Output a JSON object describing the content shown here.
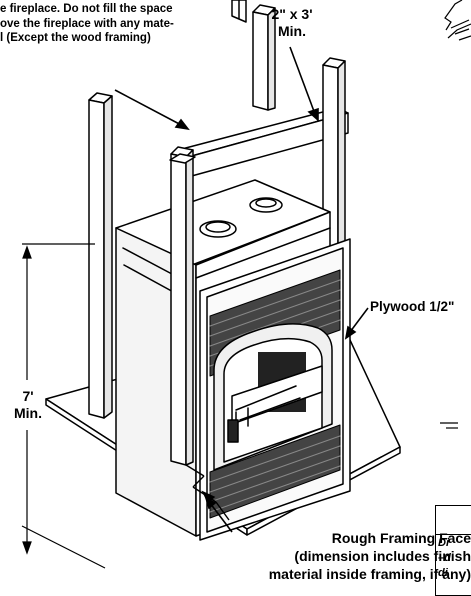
{
  "labels": {
    "top_note_lines": [
      "e fireplace.  Do not fill the space",
      "ove the fireplace with any mate-",
      "l (Except the wood framing)"
    ],
    "stud_dimension_lines": [
      "2\" x 3'",
      "Min."
    ],
    "plywood": "Plywood 1/2\"",
    "height_lines": [
      "7'",
      "Min."
    ],
    "rough_framing_lines": [
      "Rough Framing Face",
      "(dimension includes finish",
      "material inside framing, if any)"
    ],
    "table_fragment_lines": [
      "Di",
      "–d",
      "di"
    ]
  },
  "icons": [
    "hatch-icon"
  ]
}
